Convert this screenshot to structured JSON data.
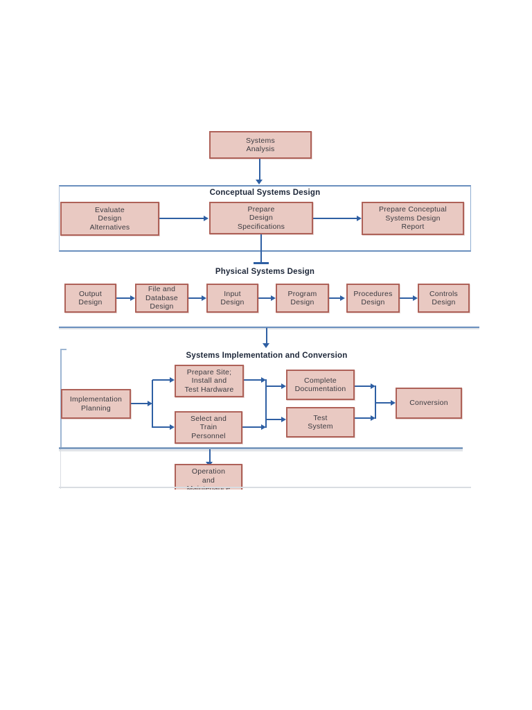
{
  "diagram": {
    "top": {
      "systems_analysis": "Systems\nAnalysis"
    },
    "conceptual": {
      "title": "Conceptual Systems Design",
      "evaluate": "Evaluate\nDesign\nAlternatives",
      "specs": "Prepare\nDesign\nSpecifications",
      "report": "Prepare Conceptual\nSystems Design\nReport"
    },
    "physical": {
      "title": "Physical Systems Design",
      "output": "Output\nDesign",
      "file_db": "File and\nDatabase\nDesign",
      "input": "Input\nDesign",
      "program": "Program\nDesign",
      "procedures": "Procedures\nDesign",
      "controls": "Controls\nDesign"
    },
    "implementation": {
      "title": "Systems Implementation and Conversion",
      "planning": "Implementation\nPlanning",
      "prepare_site": "Prepare Site;\nInstall and\nTest Hardware",
      "select_train": "Select and\nTrain\nPersonnel",
      "complete_doc": "Complete\nDocumentation",
      "test_system": "Test\nSystem",
      "conversion": "Conversion"
    },
    "operation": {
      "box": "Operation\nand\nMaintenance"
    },
    "colors": {
      "box_fill": "#e9c9c2",
      "box_border": "#ae6158",
      "arrow_blue": "#2e5fa3",
      "section_rule_blue": "#6a8fbe",
      "title_text": "#1c2638",
      "box_text": "#3a3a40"
    }
  }
}
